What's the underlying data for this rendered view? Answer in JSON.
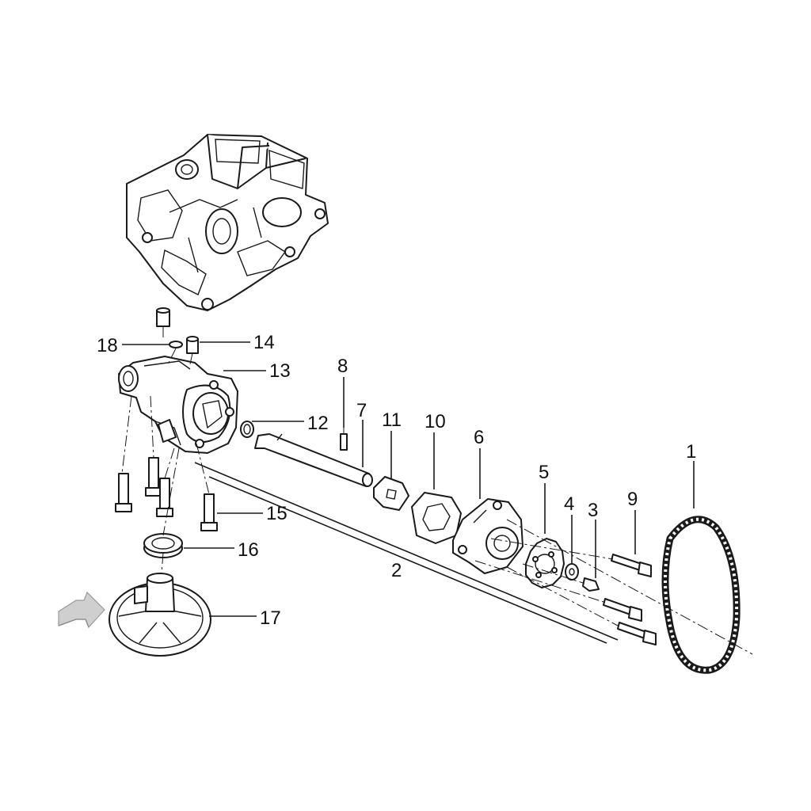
{
  "diagram": {
    "callouts": {
      "c1": "1",
      "c2": "2",
      "c3": "3",
      "c4": "4",
      "c5": "5",
      "c6": "6",
      "c7": "7",
      "c8": "8",
      "c9": "9",
      "c10": "10",
      "c11": "11",
      "c12": "12",
      "c13": "13",
      "c14": "14",
      "c15": "15",
      "c16": "16",
      "c17": "17",
      "c18": "18"
    },
    "colors": {
      "line": "#1a1a1a",
      "background": "#ffffff",
      "orientation_arrow": "#b5b5b5"
    },
    "icons": {
      "orientation_arrow": "front-direction-arrow-icon"
    }
  }
}
